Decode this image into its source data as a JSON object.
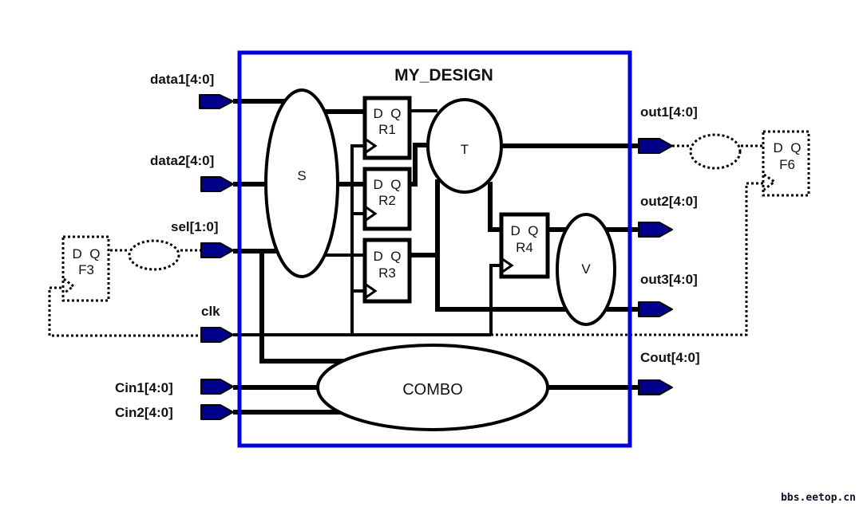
{
  "diagram": {
    "module_title": "MY_DESIGN",
    "colors": {
      "module_border": "#0000dd",
      "port_fill": "#00008b",
      "wire": "#000000"
    },
    "inputs": [
      {
        "id": "data1",
        "label": "data1[4:0]"
      },
      {
        "id": "data2",
        "label": "data2[4:0]"
      },
      {
        "id": "sel",
        "label": "sel[1:0]"
      },
      {
        "id": "clk",
        "label": "clk"
      },
      {
        "id": "cin1",
        "label": "Cin1[4:0]"
      },
      {
        "id": "cin2",
        "label": "Cin2[4:0]"
      }
    ],
    "outputs": [
      {
        "id": "out1",
        "label": "out1[4:0]"
      },
      {
        "id": "out2",
        "label": "out2[4:0]"
      },
      {
        "id": "out3",
        "label": "out3[4:0]"
      },
      {
        "id": "cout",
        "label": "Cout[4:0]"
      }
    ],
    "logic_blocks": [
      {
        "id": "S",
        "label": "S"
      },
      {
        "id": "T",
        "label": "T"
      },
      {
        "id": "V",
        "label": "V"
      },
      {
        "id": "COMBO",
        "label": "COMBO"
      }
    ],
    "registers": [
      {
        "id": "R1",
        "label": "R1",
        "pins": "D  Q"
      },
      {
        "id": "R2",
        "label": "R2",
        "pins": "D  Q"
      },
      {
        "id": "R3",
        "label": "R3",
        "pins": "D  Q"
      },
      {
        "id": "R4",
        "label": "R4",
        "pins": "D  Q"
      }
    ],
    "external_flops": [
      {
        "id": "F3",
        "label": "F3",
        "pins": "D  Q"
      },
      {
        "id": "F6",
        "label": "F6",
        "pins": "D  Q"
      }
    ],
    "watermark": "bbs.eetop.cn"
  }
}
